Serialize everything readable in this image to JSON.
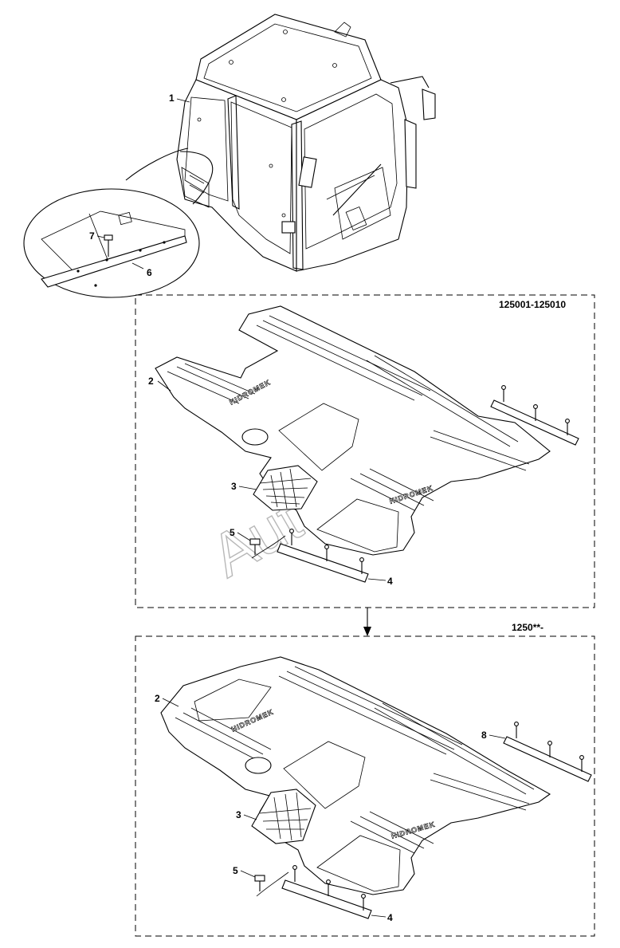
{
  "watermark": "AutoSoft",
  "panels": [
    {
      "range_label": "125001-125010"
    },
    {
      "range_label": "1250**-"
    }
  ],
  "callouts": {
    "cab": "1",
    "cab_screw": "7",
    "cab_strip": "6",
    "p1_mat": "2",
    "p1_grid": "3",
    "p1_bolt": "5",
    "p1_strip": "4",
    "p2_mat": "2",
    "p2_grid": "3",
    "p2_bolt": "5",
    "p2_strip": "4",
    "p2_rear_strip": "8"
  },
  "mat_brand": "HIDROMEK"
}
